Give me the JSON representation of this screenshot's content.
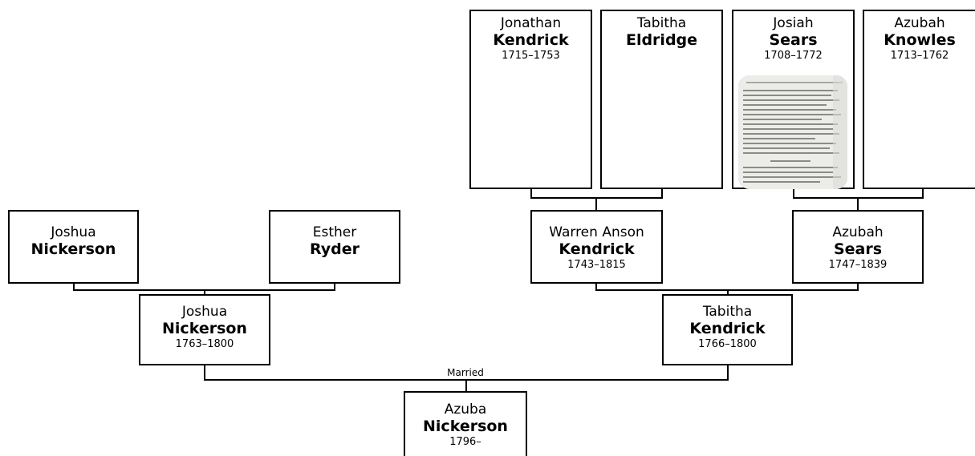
{
  "people": {
    "p1": {
      "given": "Jonathan",
      "surname": "Kendrick",
      "years": "1715–1753"
    },
    "p2": {
      "given": "Tabitha",
      "surname": "Eldridge",
      "years": ""
    },
    "p3": {
      "given": "Josiah",
      "surname": "Sears",
      "years": "1708–1772"
    },
    "p4": {
      "given": "Azubah",
      "surname": "Knowles",
      "years": "1713–1762"
    },
    "p5": {
      "given": "Joshua",
      "surname": "Nickerson",
      "years": ""
    },
    "p6": {
      "given": "Esther",
      "surname": "Ryder",
      "years": ""
    },
    "p7": {
      "given": "Warren Anson",
      "surname": "Kendrick",
      "years": "1743–1815"
    },
    "p8": {
      "given": "Azubah",
      "surname": "Sears",
      "years": "1747–1839"
    },
    "p9": {
      "given": "Joshua",
      "surname": "Nickerson",
      "years": "1763–1800"
    },
    "p10": {
      "given": "Tabitha",
      "surname": "Kendrick",
      "years": "1766–1800"
    },
    "p11": {
      "given": "Azuba",
      "surname": "Nickerson",
      "years": "1796–"
    }
  },
  "labels": {
    "married": "Married"
  }
}
